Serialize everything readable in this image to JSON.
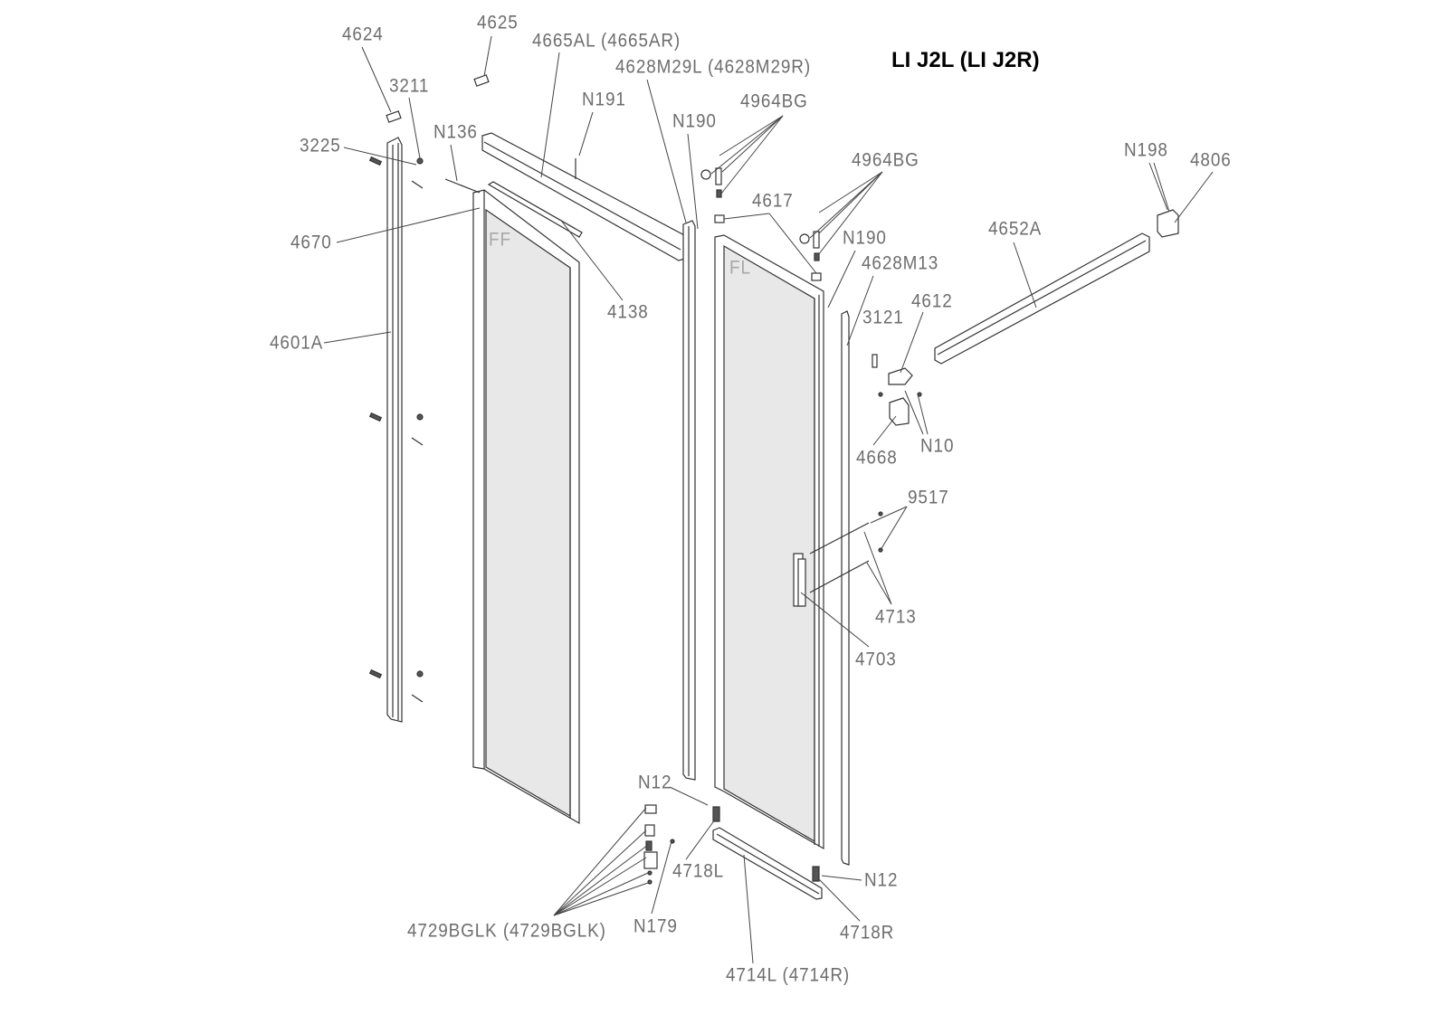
{
  "title": "LI J2L  (LI J2R)",
  "panel_marks": {
    "fixed": "FF",
    "sliding": "FL"
  },
  "parts": {
    "p4624": "4624",
    "p4625": "4625",
    "p4665": "4665AL (4665AR)",
    "p4628m29": "4628M29L (4628M29R)",
    "p3211": "3211",
    "n191": "N191",
    "n190a": "N190",
    "p4964a": "4964BG",
    "n136": "N136",
    "p3225": "3225",
    "p4964b": "4964BG",
    "n198": "N198",
    "p4806": "4806",
    "p4617": "4617",
    "n190b": "N190",
    "p4652": "4652A",
    "p4670": "4670",
    "p4628m13": "4628M13",
    "p4612": "4612",
    "p4138": "4138",
    "p3121": "3121",
    "p4601": "4601A",
    "n10": "N10",
    "p4668": "4668",
    "p9517": "9517",
    "p4713": "4713",
    "p4703": "4703",
    "n12a": "N12",
    "p4718l": "4718L",
    "n12b": "N12",
    "n179": "N179",
    "p4729": "4729BGLK (4729BGLK)",
    "p4718r": "4718R",
    "p4714": "4714L (4714R)"
  }
}
